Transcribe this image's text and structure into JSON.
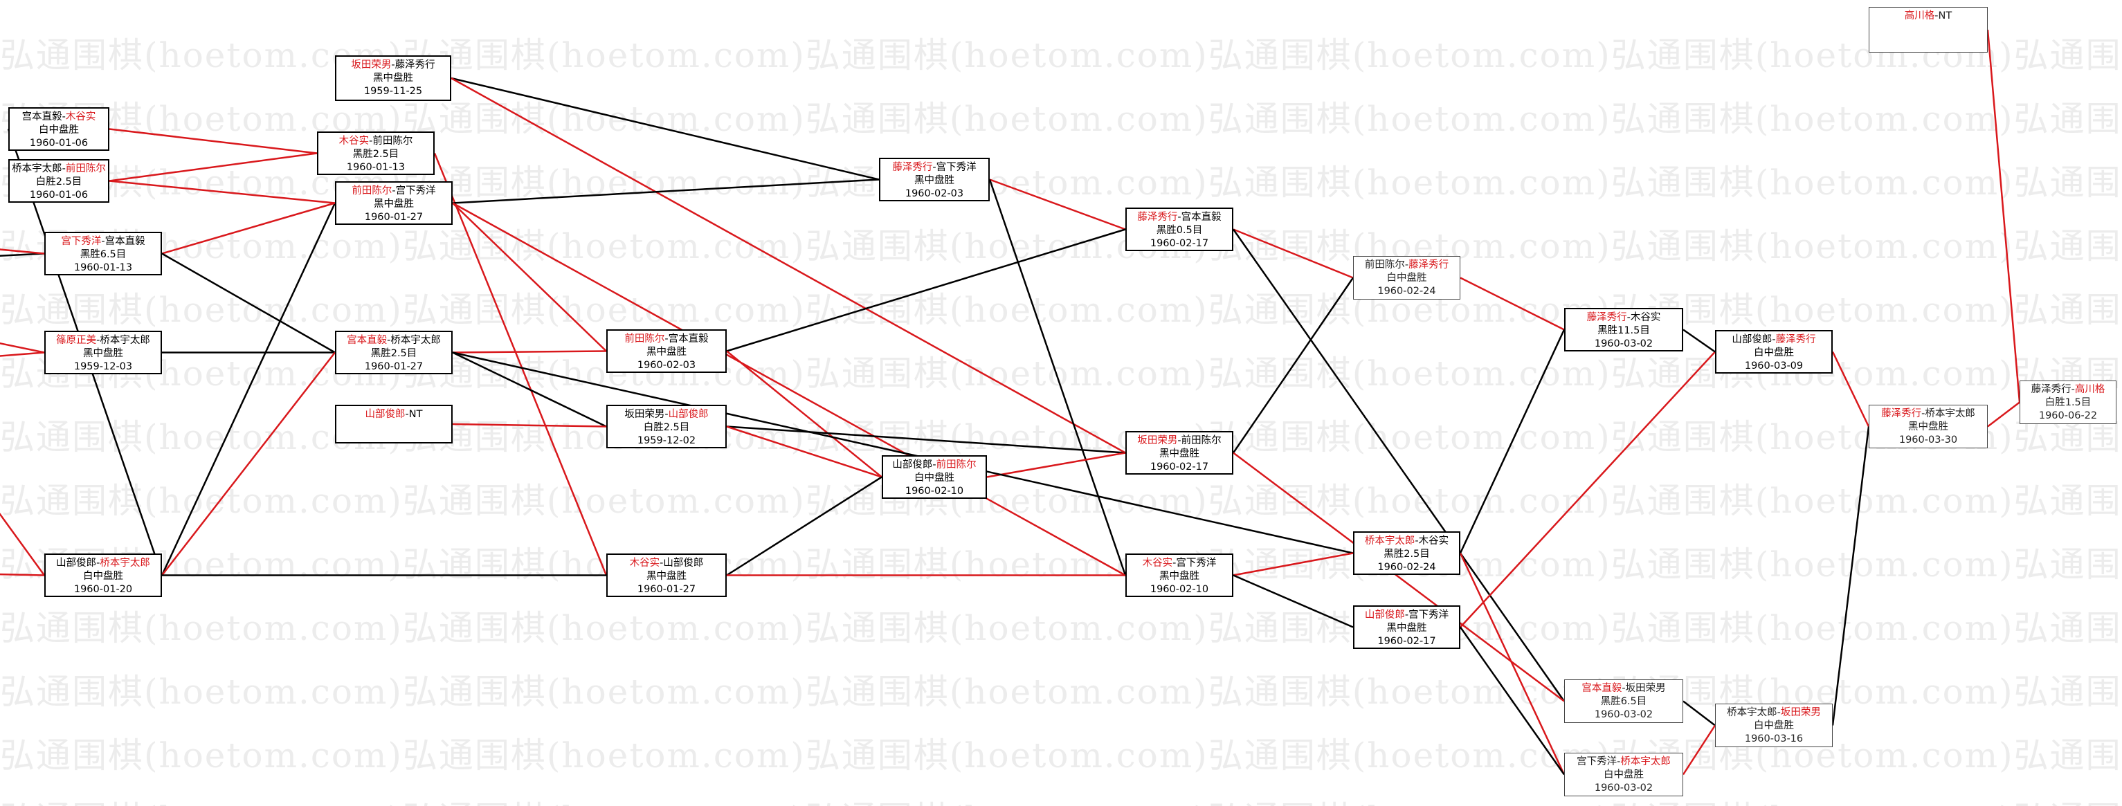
{
  "watermark_text": "弘通围棋(hoetom.com)",
  "colors": {
    "win_line": "#d9181c",
    "lose_line": "#000000",
    "win_text": "#d9181c"
  },
  "nodes": [
    {
      "id": "n1",
      "p1": "坂田荣男",
      "p2": "藤泽秀行",
      "winner": 1,
      "result": "黑中盘胜",
      "date": "1959-11-25"
    },
    {
      "id": "n2",
      "p1": "宫本直毅",
      "p2": "木谷实",
      "winner": 2,
      "result": "白中盘胜",
      "date": "1960-01-06"
    },
    {
      "id": "n3",
      "p1": "木谷实",
      "p2": "前田陈尔",
      "winner": 1,
      "result": "黑胜2.5目",
      "date": "1960-01-13"
    },
    {
      "id": "n4",
      "p1": "桥本宇太郎",
      "p2": "前田陈尔",
      "winner": 2,
      "result": "白胜2.5目",
      "date": "1960-01-06"
    },
    {
      "id": "n5",
      "p1": "前田陈尔",
      "p2": "宫下秀洋",
      "winner": 1,
      "result": "黑中盘胜",
      "date": "1960-01-27"
    },
    {
      "id": "n6",
      "p1": "藤泽秀行",
      "p2": "宫下秀洋",
      "winner": 1,
      "result": "黑中盘胜",
      "date": "1960-02-03"
    },
    {
      "id": "n7",
      "p1": "宫下秀洋",
      "p2": "宫本直毅",
      "winner": 1,
      "result": "黑胜6.5目",
      "date": "1960-01-13"
    },
    {
      "id": "n8",
      "p1": "藤泽秀行",
      "p2": "宫本直毅",
      "winner": 1,
      "result": "黑胜0.5目",
      "date": "1960-02-17"
    },
    {
      "id": "n9",
      "p1": "前田陈尔",
      "p2": "藤泽秀行",
      "winner": 2,
      "result": "白中盘胜",
      "date": "1960-02-24",
      "style": "thin"
    },
    {
      "id": "n10",
      "p1": "藤泽秀行",
      "p2": "木谷实",
      "winner": 1,
      "result": "黑胜11.5目",
      "date": "1960-03-02"
    },
    {
      "id": "n11",
      "p1": "山部俊郎",
      "p2": "藤泽秀行",
      "winner": 2,
      "result": "白中盘胜",
      "date": "1960-03-09"
    },
    {
      "id": "n12",
      "p1": "篠原正美",
      "p2": "桥本宇太郎",
      "winner": 1,
      "result": "黑中盘胜",
      "date": "1959-12-03"
    },
    {
      "id": "n13",
      "p1": "宫本直毅",
      "p2": "桥本宇太郎",
      "winner": 1,
      "result": "黑胜2.5目",
      "date": "1960-01-27"
    },
    {
      "id": "n14",
      "p1": "前田陈尔",
      "p2": "宫本直毅",
      "winner": 1,
      "result": "黑中盘胜",
      "date": "1960-02-03"
    },
    {
      "id": "n15",
      "p1": "山部俊郎",
      "p2": "NT",
      "winner": 1,
      "result": "",
      "date": ""
    },
    {
      "id": "n16",
      "p1": "坂田荣男",
      "p2": "山部俊郎",
      "winner": 2,
      "result": "白胜2.5目",
      "date": "1959-12-02"
    },
    {
      "id": "n17",
      "p1": "坂田荣男",
      "p2": "前田陈尔",
      "winner": 1,
      "result": "黑中盘胜",
      "date": "1960-02-17"
    },
    {
      "id": "n18",
      "p1": "山部俊郎",
      "p2": "前田陈尔",
      "winner": 2,
      "result": "白中盘胜",
      "date": "1960-02-10"
    },
    {
      "id": "n19",
      "p1": "山部俊郎",
      "p2": "桥本宇太郎",
      "winner": 2,
      "result": "白中盘胜",
      "date": "1960-01-20"
    },
    {
      "id": "n20",
      "p1": "木谷实",
      "p2": "山部俊郎",
      "winner": 1,
      "result": "黑中盘胜",
      "date": "1960-01-27"
    },
    {
      "id": "n21",
      "p1": "木谷实",
      "p2": "宫下秀洋",
      "winner": 1,
      "result": "黑中盘胜",
      "date": "1960-02-10"
    },
    {
      "id": "n22",
      "p1": "桥本宇太郎",
      "p2": "木谷实",
      "winner": 1,
      "result": "黑胜2.5目",
      "date": "1960-02-24"
    },
    {
      "id": "n23",
      "p1": "山部俊郎",
      "p2": "宫下秀洋",
      "winner": 1,
      "result": "黑中盘胜",
      "date": "1960-02-17"
    },
    {
      "id": "n24",
      "p1": "宫本直毅",
      "p2": "坂田荣男",
      "winner": 1,
      "result": "黑胜6.5目",
      "date": "1960-03-02",
      "style": "thin"
    },
    {
      "id": "n25",
      "p1": "桥本宇太郎",
      "p2": "坂田荣男",
      "winner": 2,
      "result": "白中盘胜",
      "date": "1960-03-16",
      "style": "thin"
    },
    {
      "id": "n26",
      "p1": "宫下秀洋",
      "p2": "桥本宇太郎",
      "winner": 2,
      "result": "白中盘胜",
      "date": "1960-03-02",
      "style": "thin"
    },
    {
      "id": "n27",
      "p1": "藤泽秀行",
      "p2": "桥本宇太郎",
      "winner": 1,
      "result": "黑中盘胜",
      "date": "1960-03-30",
      "style": "thin"
    },
    {
      "id": "n28",
      "p1": "高川格",
      "p2": "NT",
      "winner": 1,
      "result": "",
      "date": "",
      "style": "thin"
    },
    {
      "id": "n29",
      "p1": "藤泽秀行",
      "p2": "高川格",
      "winner": 2,
      "result": "白胜1.5目",
      "date": "1960-06-22",
      "style": "thin"
    }
  ],
  "edges": [
    {
      "from": "n2",
      "to": "n3",
      "color": "red"
    },
    {
      "from": "n4",
      "to": "n3",
      "color": "red"
    },
    {
      "from": "n3",
      "to": "n20",
      "color": "red"
    },
    {
      "from": "n4",
      "to": "n5",
      "color": "red"
    },
    {
      "from": "n19",
      "to": "n5",
      "color": "black"
    },
    {
      "from": "n19",
      "to": "n2",
      "color": "black"
    },
    {
      "from": "n7",
      "to": "n5",
      "color": "red"
    },
    {
      "from": "n7",
      "to": "n13",
      "color": "black"
    },
    {
      "from": "n1",
      "to": "n6",
      "color": "black"
    },
    {
      "from": "n1",
      "to": "n17",
      "color": "red"
    },
    {
      "from": "n5",
      "to": "n6",
      "color": "black"
    },
    {
      "from": "n5",
      "to": "n14",
      "color": "red"
    },
    {
      "from": "n5",
      "to": "n21",
      "color": "red"
    },
    {
      "from": "n6",
      "to": "n8",
      "color": "red"
    },
    {
      "from": "n6",
      "to": "n21",
      "color": "black"
    },
    {
      "from": "n12",
      "to": "n13",
      "color": "black"
    },
    {
      "from": "n19",
      "to": "n13",
      "color": "red"
    },
    {
      "from": "n13",
      "to": "n14",
      "color": "red"
    },
    {
      "from": "n13",
      "to": "n16",
      "color": "black"
    },
    {
      "from": "n14",
      "to": "n8",
      "color": "black"
    },
    {
      "from": "n14",
      "to": "n18",
      "color": "red"
    },
    {
      "from": "n15",
      "to": "n16",
      "color": "red"
    },
    {
      "from": "n16",
      "to": "n17",
      "color": "black"
    },
    {
      "from": "n16",
      "to": "n18",
      "color": "red"
    },
    {
      "from": "n19",
      "to": "n20",
      "color": "black"
    },
    {
      "from": "n20",
      "to": "n18",
      "color": "black"
    },
    {
      "from": "n20",
      "to": "n21",
      "color": "red"
    },
    {
      "from": "n18",
      "to": "n17",
      "color": "red"
    },
    {
      "from": "n13",
      "to": "n22",
      "color": "black"
    },
    {
      "from": "n21",
      "to": "n22",
      "color": "red"
    },
    {
      "from": "n21",
      "to": "n23",
      "color": "black"
    },
    {
      "from": "n8",
      "to": "n9",
      "color": "red"
    },
    {
      "from": "n8",
      "to": "n24",
      "color": "black"
    },
    {
      "from": "n17",
      "to": "n9",
      "color": "black"
    },
    {
      "from": "n17",
      "to": "n24",
      "color": "red"
    },
    {
      "from": "n9",
      "to": "n10",
      "color": "red"
    },
    {
      "from": "n22",
      "to": "n10",
      "color": "black"
    },
    {
      "from": "n22",
      "to": "n26",
      "color": "red"
    },
    {
      "from": "n23",
      "to": "n11",
      "color": "red"
    },
    {
      "from": "n23",
      "to": "n26",
      "color": "black"
    },
    {
      "from": "n10",
      "to": "n11",
      "color": "black"
    },
    {
      "from": "n11",
      "to": "n27",
      "color": "red"
    },
    {
      "from": "n24",
      "to": "n25",
      "color": "black"
    },
    {
      "from": "n26",
      "to": "n25",
      "color": "red"
    },
    {
      "from": "n25",
      "to": "n27",
      "color": "black"
    },
    {
      "from": "n27",
      "to": "n29",
      "color": "red"
    },
    {
      "from": "n28",
      "to": "n29",
      "color": "red"
    },
    {
      "from": "offL1",
      "to": "n7",
      "color": "black"
    },
    {
      "from": "offL2",
      "to": "n7",
      "color": "red"
    },
    {
      "from": "offL3",
      "to": "n12",
      "color": "red"
    },
    {
      "from": "offL4",
      "to": "n12",
      "color": "red"
    },
    {
      "from": "offL5",
      "to": "n19",
      "color": "red"
    },
    {
      "from": "offL6",
      "to": "n19",
      "color": "red"
    }
  ]
}
